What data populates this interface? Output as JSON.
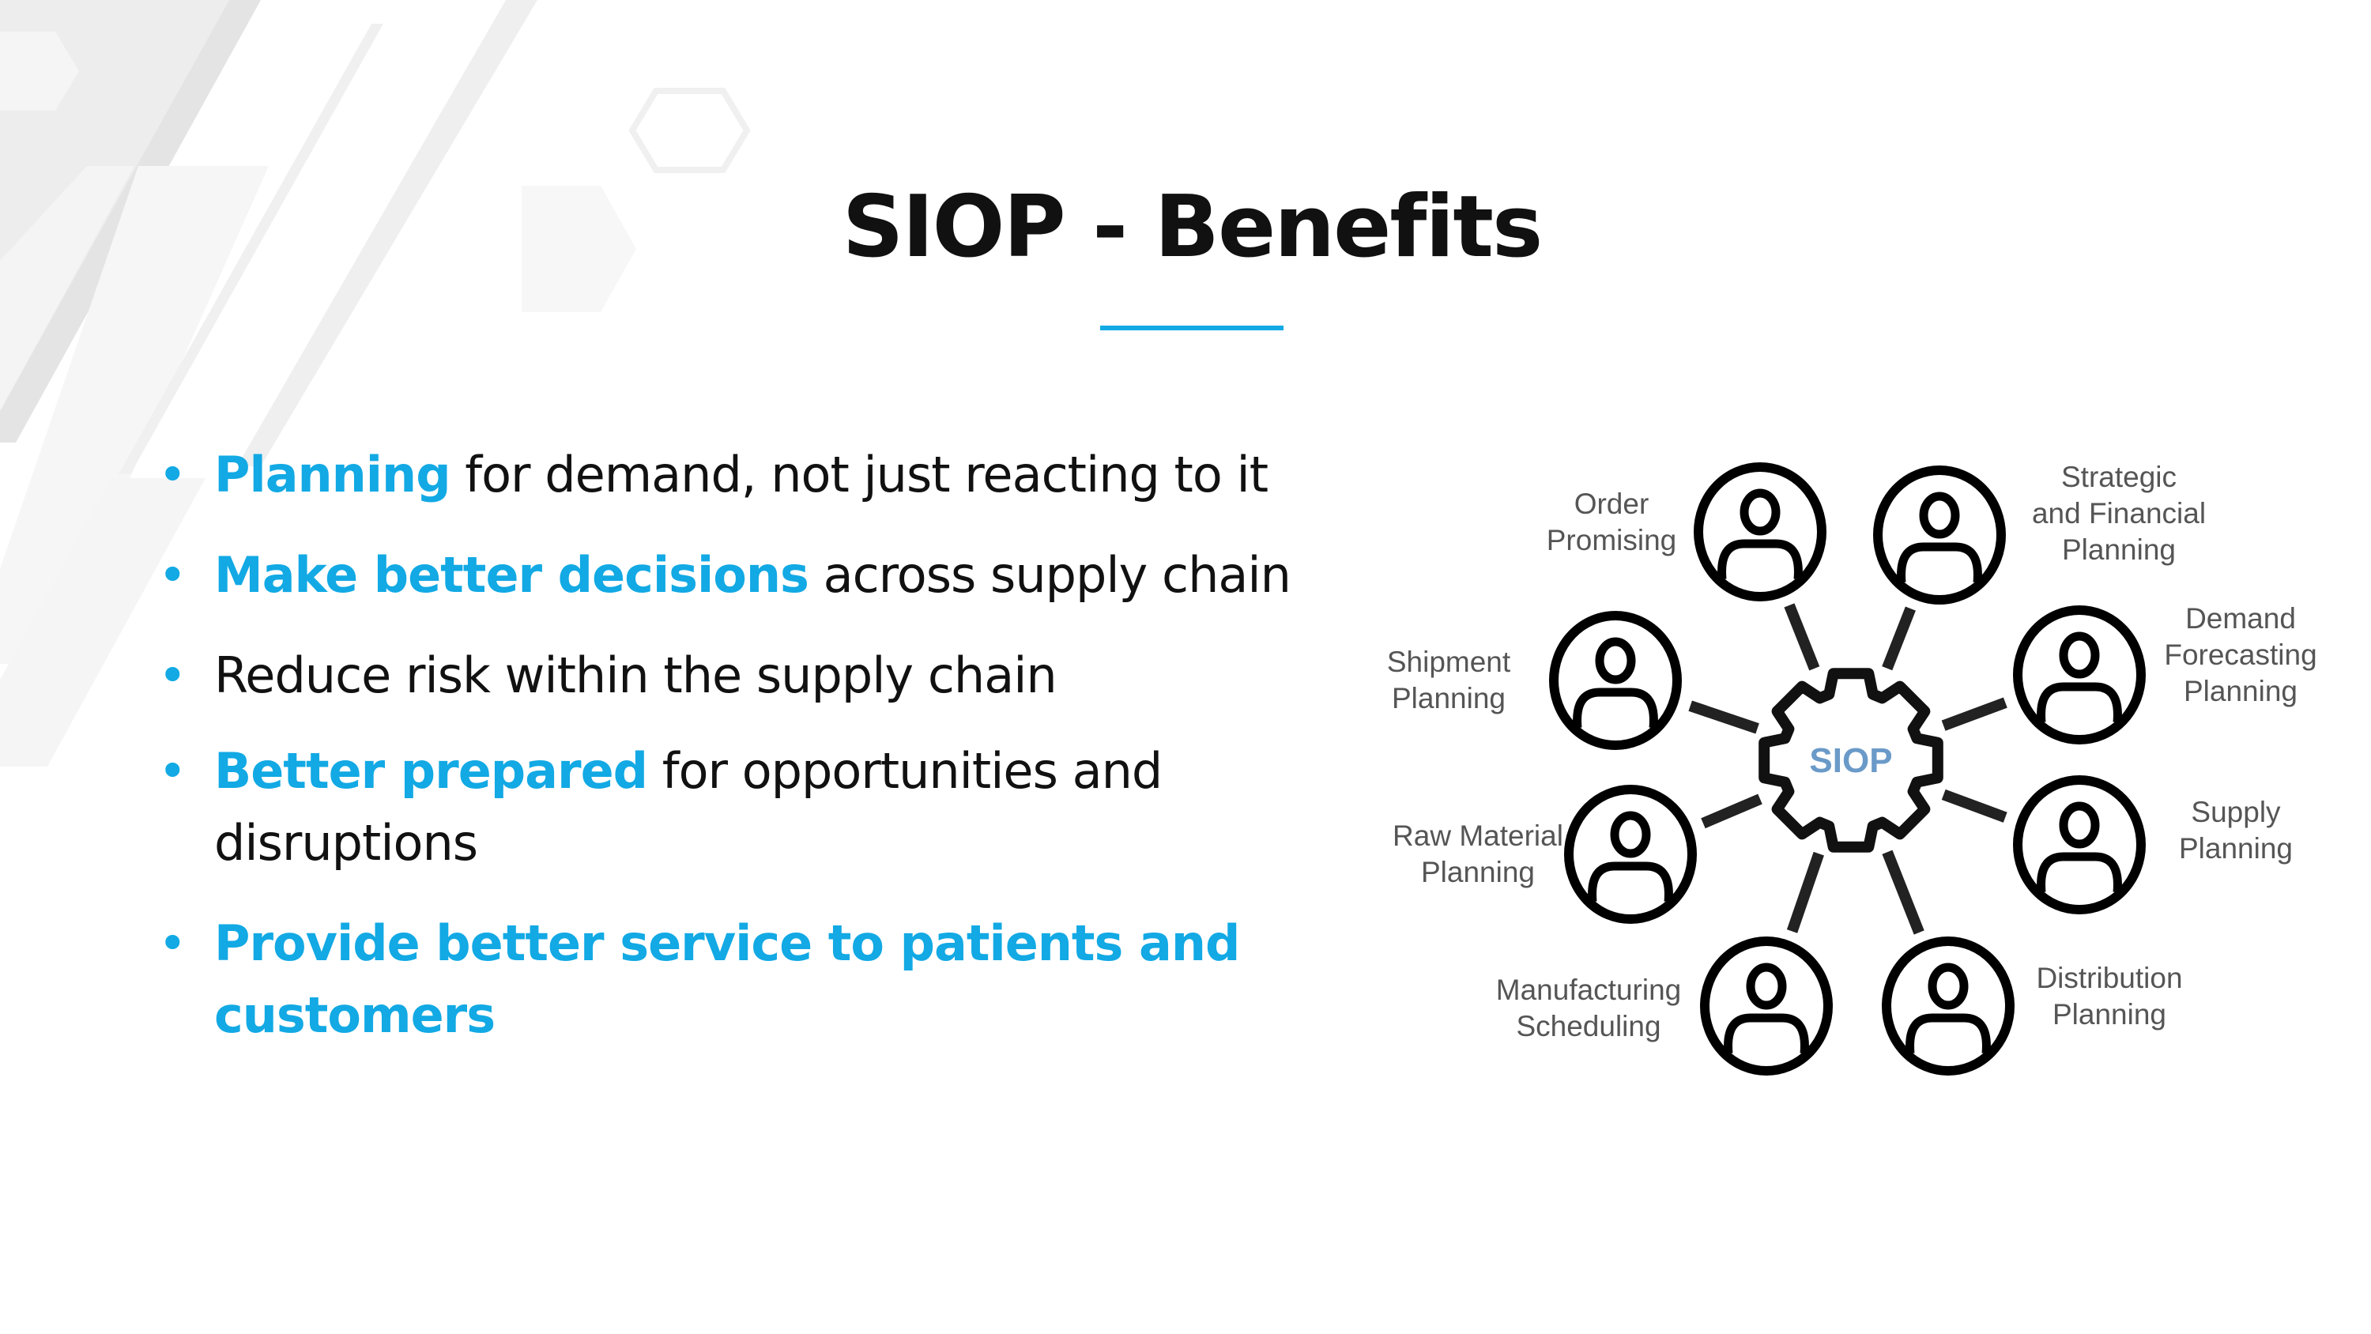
{
  "title": "SIOP - Benefits",
  "bullets": [
    {
      "highlight": "Planning",
      "rest": " for demand, not just reacting to it"
    },
    {
      "highlight": "Make better decisions",
      "rest": " across supply chain"
    },
    {
      "highlight": "",
      "rest": "Reduce risk within the supply chain"
    },
    {
      "highlight": "Better prepared",
      "rest": " for opportunities and disruptions"
    },
    {
      "highlight": "Provide better service to patients and customers",
      "rest": ""
    }
  ],
  "diagram": {
    "center_label": "SIOP",
    "center_label_color": "#6a9ac8",
    "nodes": [
      {
        "label": [
          "Order",
          "Promising"
        ]
      },
      {
        "label": [
          "Strategic",
          "and Financial",
          "Planning"
        ]
      },
      {
        "label": [
          "Shipment",
          "Planning"
        ]
      },
      {
        "label": [
          "Demand",
          "Forecasting",
          "Planning"
        ]
      },
      {
        "label": [
          "Raw Material",
          "Planning"
        ]
      },
      {
        "label": [
          "Supply",
          "Planning"
        ]
      },
      {
        "label": [
          "Manufacturing",
          "Scheduling"
        ]
      },
      {
        "label": [
          "Distribution",
          "Planning"
        ]
      }
    ]
  },
  "colors": {
    "accent": "#12a9e4",
    "text": "#111111",
    "diagram_label": "#555555"
  }
}
